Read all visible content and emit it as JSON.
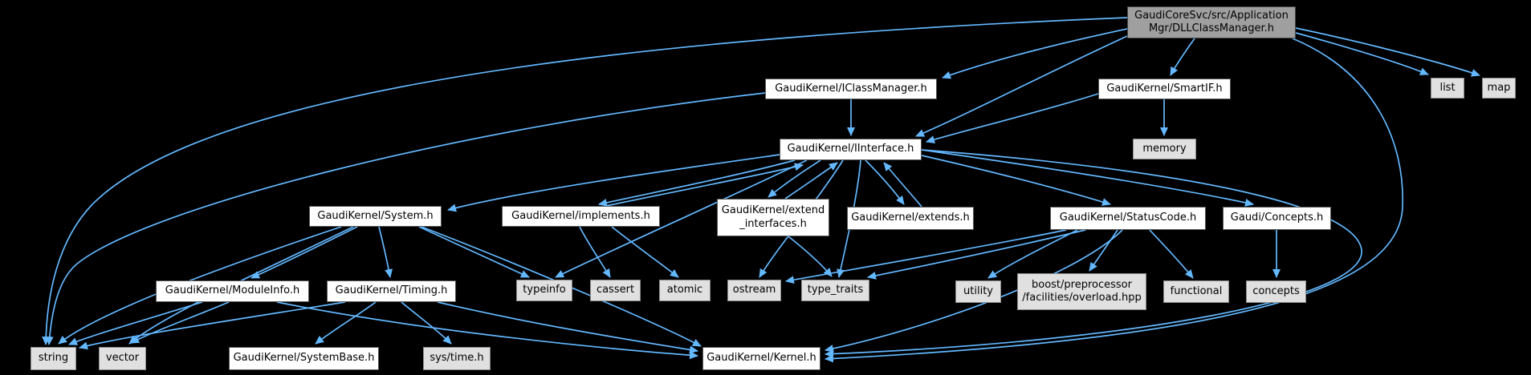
{
  "diagram": {
    "type": "include-dependency-graph",
    "background_color": "#000000",
    "edge_color": "#63b8ff",
    "node_fill_root": "#9f9f9f",
    "node_fill_header": "#ffffff",
    "node_fill_system": "#e0e0e0",
    "nodes": [
      {
        "id": "root",
        "kind": "root",
        "lines": [
          "GaudiCoreSvc/src/Application",
          "Mgr/DLLClassManager.h"
        ]
      },
      {
        "id": "iclassmanager",
        "kind": "header",
        "lines": [
          "GaudiKernel/IClassManager.h"
        ]
      },
      {
        "id": "smartif",
        "kind": "header",
        "lines": [
          "GaudiKernel/SmartIF.h"
        ]
      },
      {
        "id": "list",
        "kind": "system",
        "lines": [
          "list"
        ]
      },
      {
        "id": "map",
        "kind": "system",
        "lines": [
          "map"
        ]
      },
      {
        "id": "iinterface",
        "kind": "header",
        "lines": [
          "GaudiKernel/IInterface.h"
        ]
      },
      {
        "id": "memory",
        "kind": "system",
        "lines": [
          "memory"
        ]
      },
      {
        "id": "system",
        "kind": "header",
        "lines": [
          "GaudiKernel/System.h"
        ]
      },
      {
        "id": "implements",
        "kind": "header",
        "lines": [
          "GaudiKernel/implements.h"
        ]
      },
      {
        "id": "extend-interfaces",
        "kind": "header",
        "lines": [
          "GaudiKernel/extend",
          "_interfaces.h"
        ]
      },
      {
        "id": "extends",
        "kind": "header",
        "lines": [
          "GaudiKernel/extends.h"
        ]
      },
      {
        "id": "statuscode",
        "kind": "header",
        "lines": [
          "GaudiKernel/StatusCode.h"
        ]
      },
      {
        "id": "gaudi-concepts",
        "kind": "header",
        "lines": [
          "Gaudi/Concepts.h"
        ]
      },
      {
        "id": "moduleinfo",
        "kind": "header",
        "lines": [
          "GaudiKernel/ModuleInfo.h"
        ]
      },
      {
        "id": "timing",
        "kind": "header",
        "lines": [
          "GaudiKernel/Timing.h"
        ]
      },
      {
        "id": "typeinfo",
        "kind": "system",
        "lines": [
          "typeinfo"
        ]
      },
      {
        "id": "cassert",
        "kind": "system",
        "lines": [
          "cassert"
        ]
      },
      {
        "id": "atomic",
        "kind": "system",
        "lines": [
          "atomic"
        ]
      },
      {
        "id": "ostream",
        "kind": "system",
        "lines": [
          "ostream"
        ]
      },
      {
        "id": "type-traits",
        "kind": "system",
        "lines": [
          "type_traits"
        ]
      },
      {
        "id": "utility",
        "kind": "system",
        "lines": [
          "utility"
        ]
      },
      {
        "id": "boost-overload",
        "kind": "system",
        "lines": [
          "boost/preprocessor",
          "/facilities/overload.hpp"
        ]
      },
      {
        "id": "functional",
        "kind": "system",
        "lines": [
          "functional"
        ]
      },
      {
        "id": "concepts",
        "kind": "system",
        "lines": [
          "concepts"
        ]
      },
      {
        "id": "string",
        "kind": "system",
        "lines": [
          "string"
        ]
      },
      {
        "id": "vector",
        "kind": "system",
        "lines": [
          "vector"
        ]
      },
      {
        "id": "systembase",
        "kind": "header",
        "lines": [
          "GaudiKernel/SystemBase.h"
        ]
      },
      {
        "id": "sys-time",
        "kind": "system",
        "lines": [
          "sys/time.h"
        ]
      },
      {
        "id": "kernel",
        "kind": "header",
        "lines": [
          "GaudiKernel/Kernel.h"
        ]
      }
    ],
    "edges": [
      {
        "from": "root",
        "to": "iclassmanager"
      },
      {
        "from": "root",
        "to": "smartif"
      },
      {
        "from": "root",
        "to": "iinterface"
      },
      {
        "from": "root",
        "to": "list"
      },
      {
        "from": "root",
        "to": "map"
      },
      {
        "from": "root",
        "to": "string"
      },
      {
        "from": "root",
        "to": "kernel"
      },
      {
        "from": "iclassmanager",
        "to": "iinterface"
      },
      {
        "from": "iclassmanager",
        "to": "string"
      },
      {
        "from": "smartif",
        "to": "iinterface"
      },
      {
        "from": "smartif",
        "to": "memory"
      },
      {
        "from": "iinterface",
        "to": "system"
      },
      {
        "from": "iinterface",
        "to": "implements"
      },
      {
        "from": "implements",
        "to": "iinterface"
      },
      {
        "from": "iinterface",
        "to": "extend-interfaces"
      },
      {
        "from": "extend-interfaces",
        "to": "iinterface"
      },
      {
        "from": "iinterface",
        "to": "extends"
      },
      {
        "from": "extends",
        "to": "iinterface"
      },
      {
        "from": "iinterface",
        "to": "statuscode"
      },
      {
        "from": "iinterface",
        "to": "gaudi-concepts"
      },
      {
        "from": "iinterface",
        "to": "typeinfo"
      },
      {
        "from": "iinterface",
        "to": "ostream"
      },
      {
        "from": "iinterface",
        "to": "type-traits"
      },
      {
        "from": "iinterface",
        "to": "kernel"
      },
      {
        "from": "system",
        "to": "moduleinfo"
      },
      {
        "from": "system",
        "to": "timing"
      },
      {
        "from": "system",
        "to": "typeinfo"
      },
      {
        "from": "system",
        "to": "string"
      },
      {
        "from": "system",
        "to": "vector"
      },
      {
        "from": "system",
        "to": "kernel"
      },
      {
        "from": "moduleinfo",
        "to": "string"
      },
      {
        "from": "moduleinfo",
        "to": "vector"
      },
      {
        "from": "moduleinfo",
        "to": "kernel"
      },
      {
        "from": "timing",
        "to": "systembase"
      },
      {
        "from": "timing",
        "to": "sys-time"
      },
      {
        "from": "timing",
        "to": "kernel"
      },
      {
        "from": "timing",
        "to": "string"
      },
      {
        "from": "implements",
        "to": "cassert"
      },
      {
        "from": "implements",
        "to": "atomic"
      },
      {
        "from": "extend-interfaces",
        "to": "type-traits"
      },
      {
        "from": "statuscode",
        "to": "utility"
      },
      {
        "from": "statuscode",
        "to": "boost-overload"
      },
      {
        "from": "statuscode",
        "to": "functional"
      },
      {
        "from": "statuscode",
        "to": "ostream"
      },
      {
        "from": "statuscode",
        "to": "type-traits"
      },
      {
        "from": "statuscode",
        "to": "kernel"
      },
      {
        "from": "gaudi-concepts",
        "to": "concepts"
      }
    ]
  }
}
